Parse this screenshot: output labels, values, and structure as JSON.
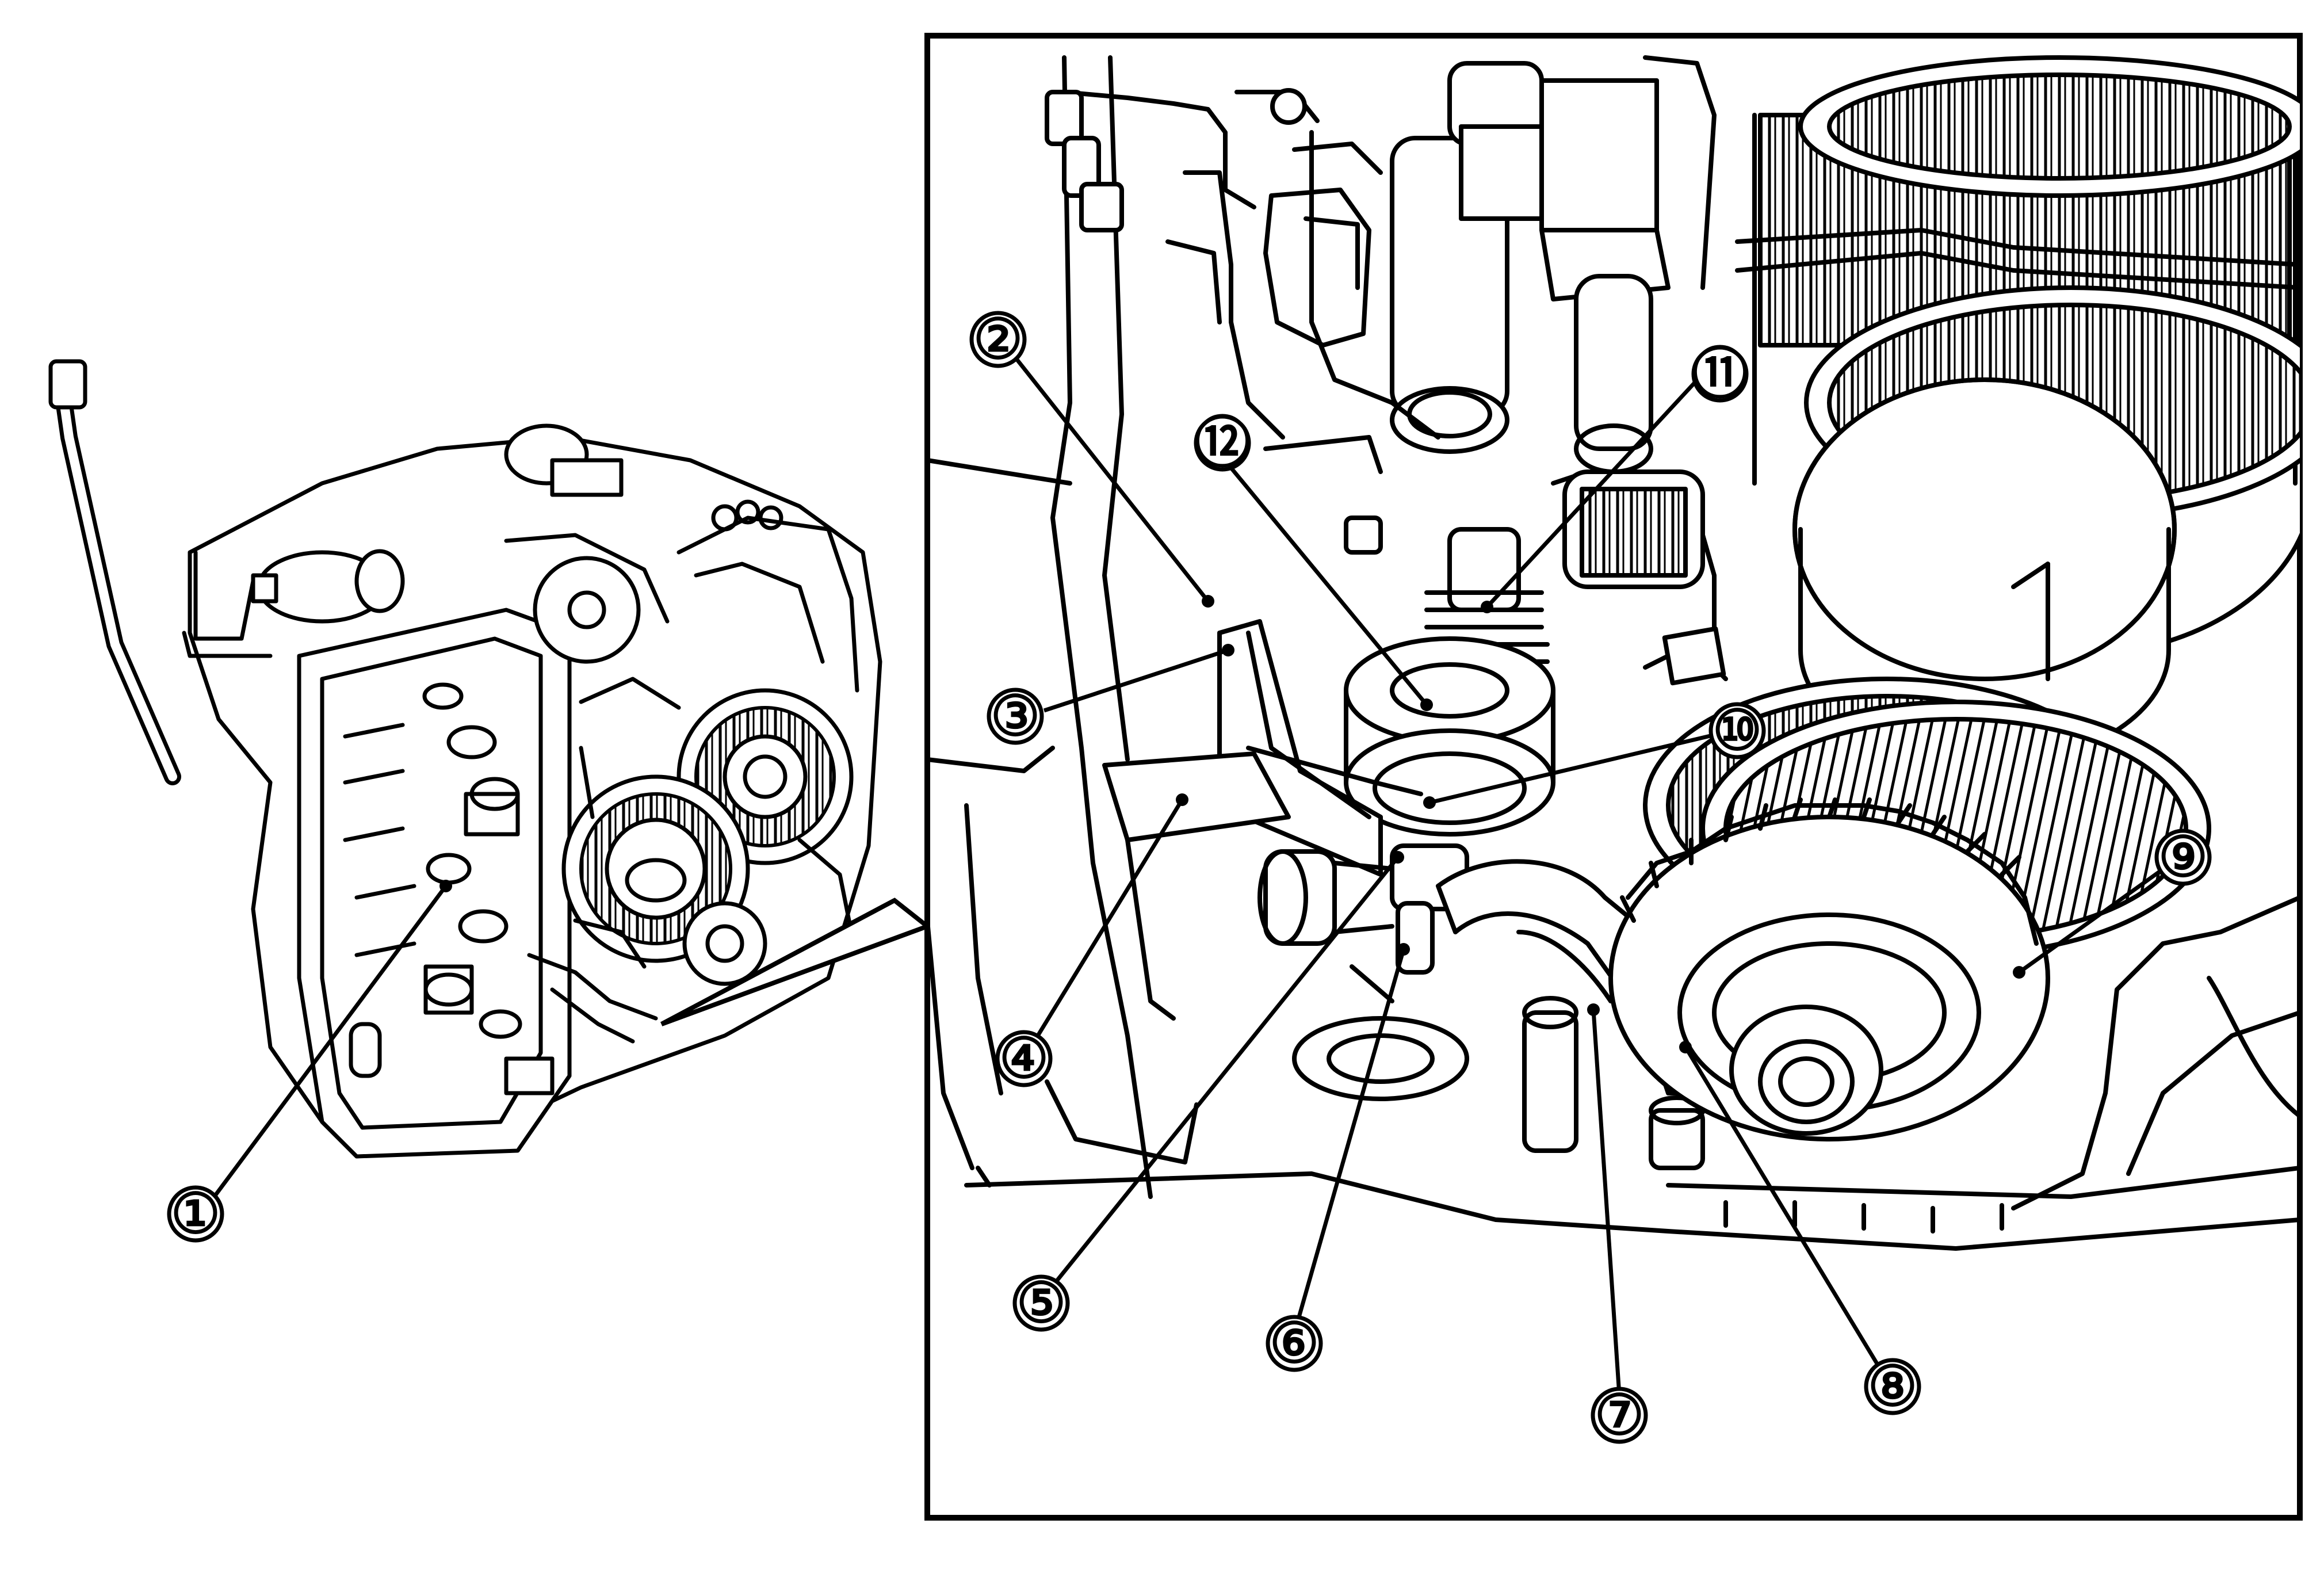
{
  "figure": {
    "background": "#ffffff",
    "ink": "#000000",
    "shade": "#e6e6e6",
    "callouts": [
      {
        "id": "1",
        "label": "①",
        "part": "callout-1"
      },
      {
        "id": "2",
        "label": "②",
        "part": "callout-2"
      },
      {
        "id": "3",
        "label": "③",
        "part": "callout-3"
      },
      {
        "id": "4",
        "label": "④",
        "part": "callout-4"
      },
      {
        "id": "5",
        "label": "⑤",
        "part": "callout-5"
      },
      {
        "id": "6",
        "label": "⑥",
        "part": "callout-6"
      },
      {
        "id": "7",
        "label": "⑦",
        "part": "callout-7"
      },
      {
        "id": "8",
        "label": "⑧",
        "part": "callout-8"
      },
      {
        "id": "9",
        "label": "⑨",
        "part": "callout-9"
      },
      {
        "id": "10",
        "label": "⑩",
        "part": "callout-10"
      },
      {
        "id": "11",
        "label": "⑪",
        "part": "callout-11"
      },
      {
        "id": "12",
        "label": "⑫",
        "part": "callout-12"
      }
    ]
  }
}
